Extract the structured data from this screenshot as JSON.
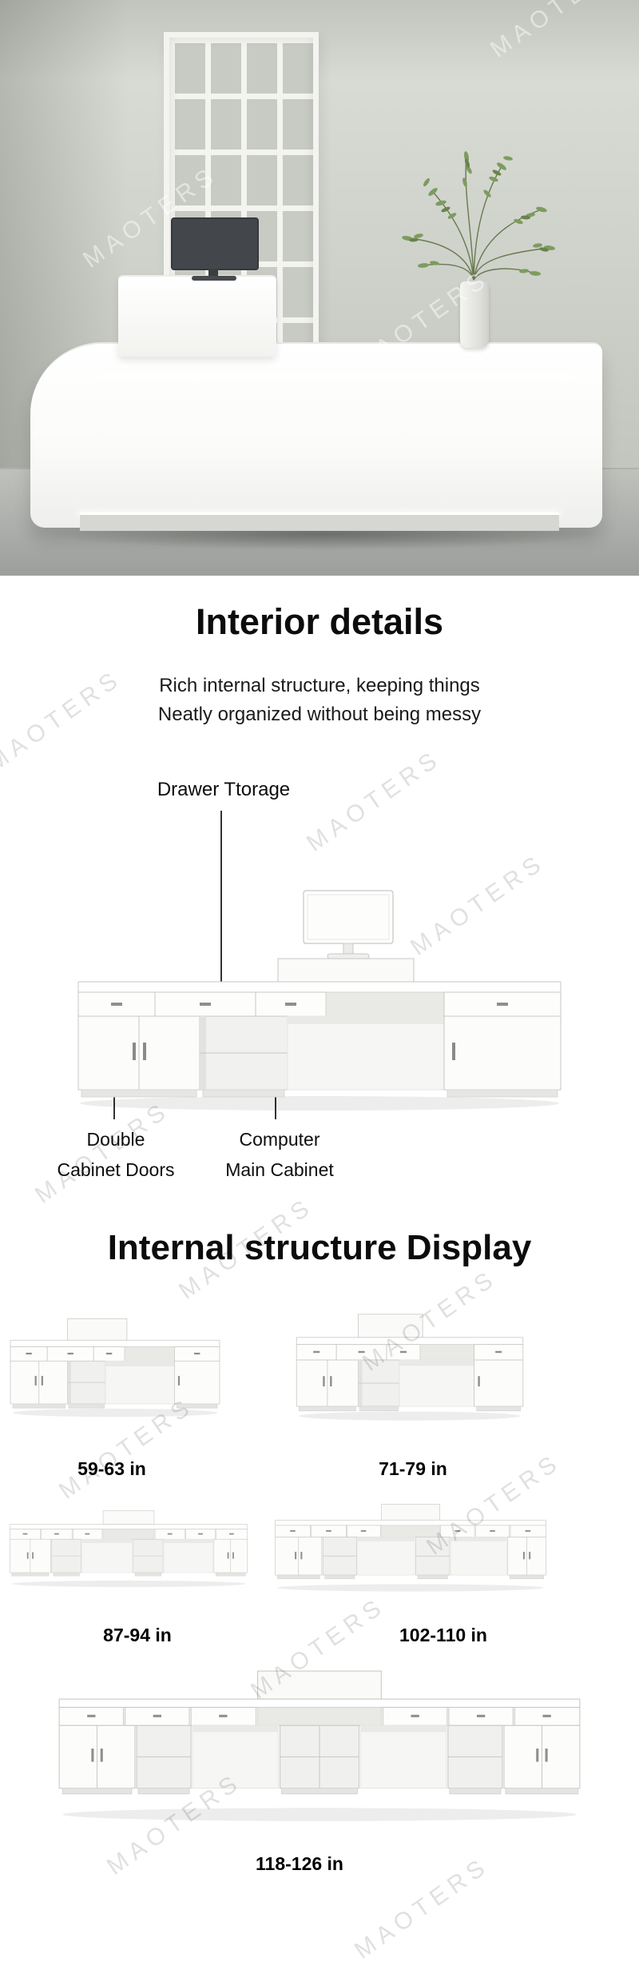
{
  "watermark": {
    "text": "MAOTERS"
  },
  "interior": {
    "title": "Interior details",
    "subtitle_line1": "Rich internal structure, keeping things",
    "subtitle_line2": "Neatly organized without being messy",
    "callouts": {
      "drawer": "Drawer Ttorage",
      "doors_line1": "Double",
      "doors_line2": "Cabinet Doors",
      "computer_line1": "Computer",
      "computer_line2": "Main Cabinet"
    }
  },
  "display_section": {
    "title": "Internal structure Display",
    "variants": [
      {
        "size": "59-63 in"
      },
      {
        "size": "71-79 in"
      },
      {
        "size": "87-94 in"
      },
      {
        "size": "102-110 in"
      },
      {
        "size": "118-126 in"
      }
    ]
  }
}
